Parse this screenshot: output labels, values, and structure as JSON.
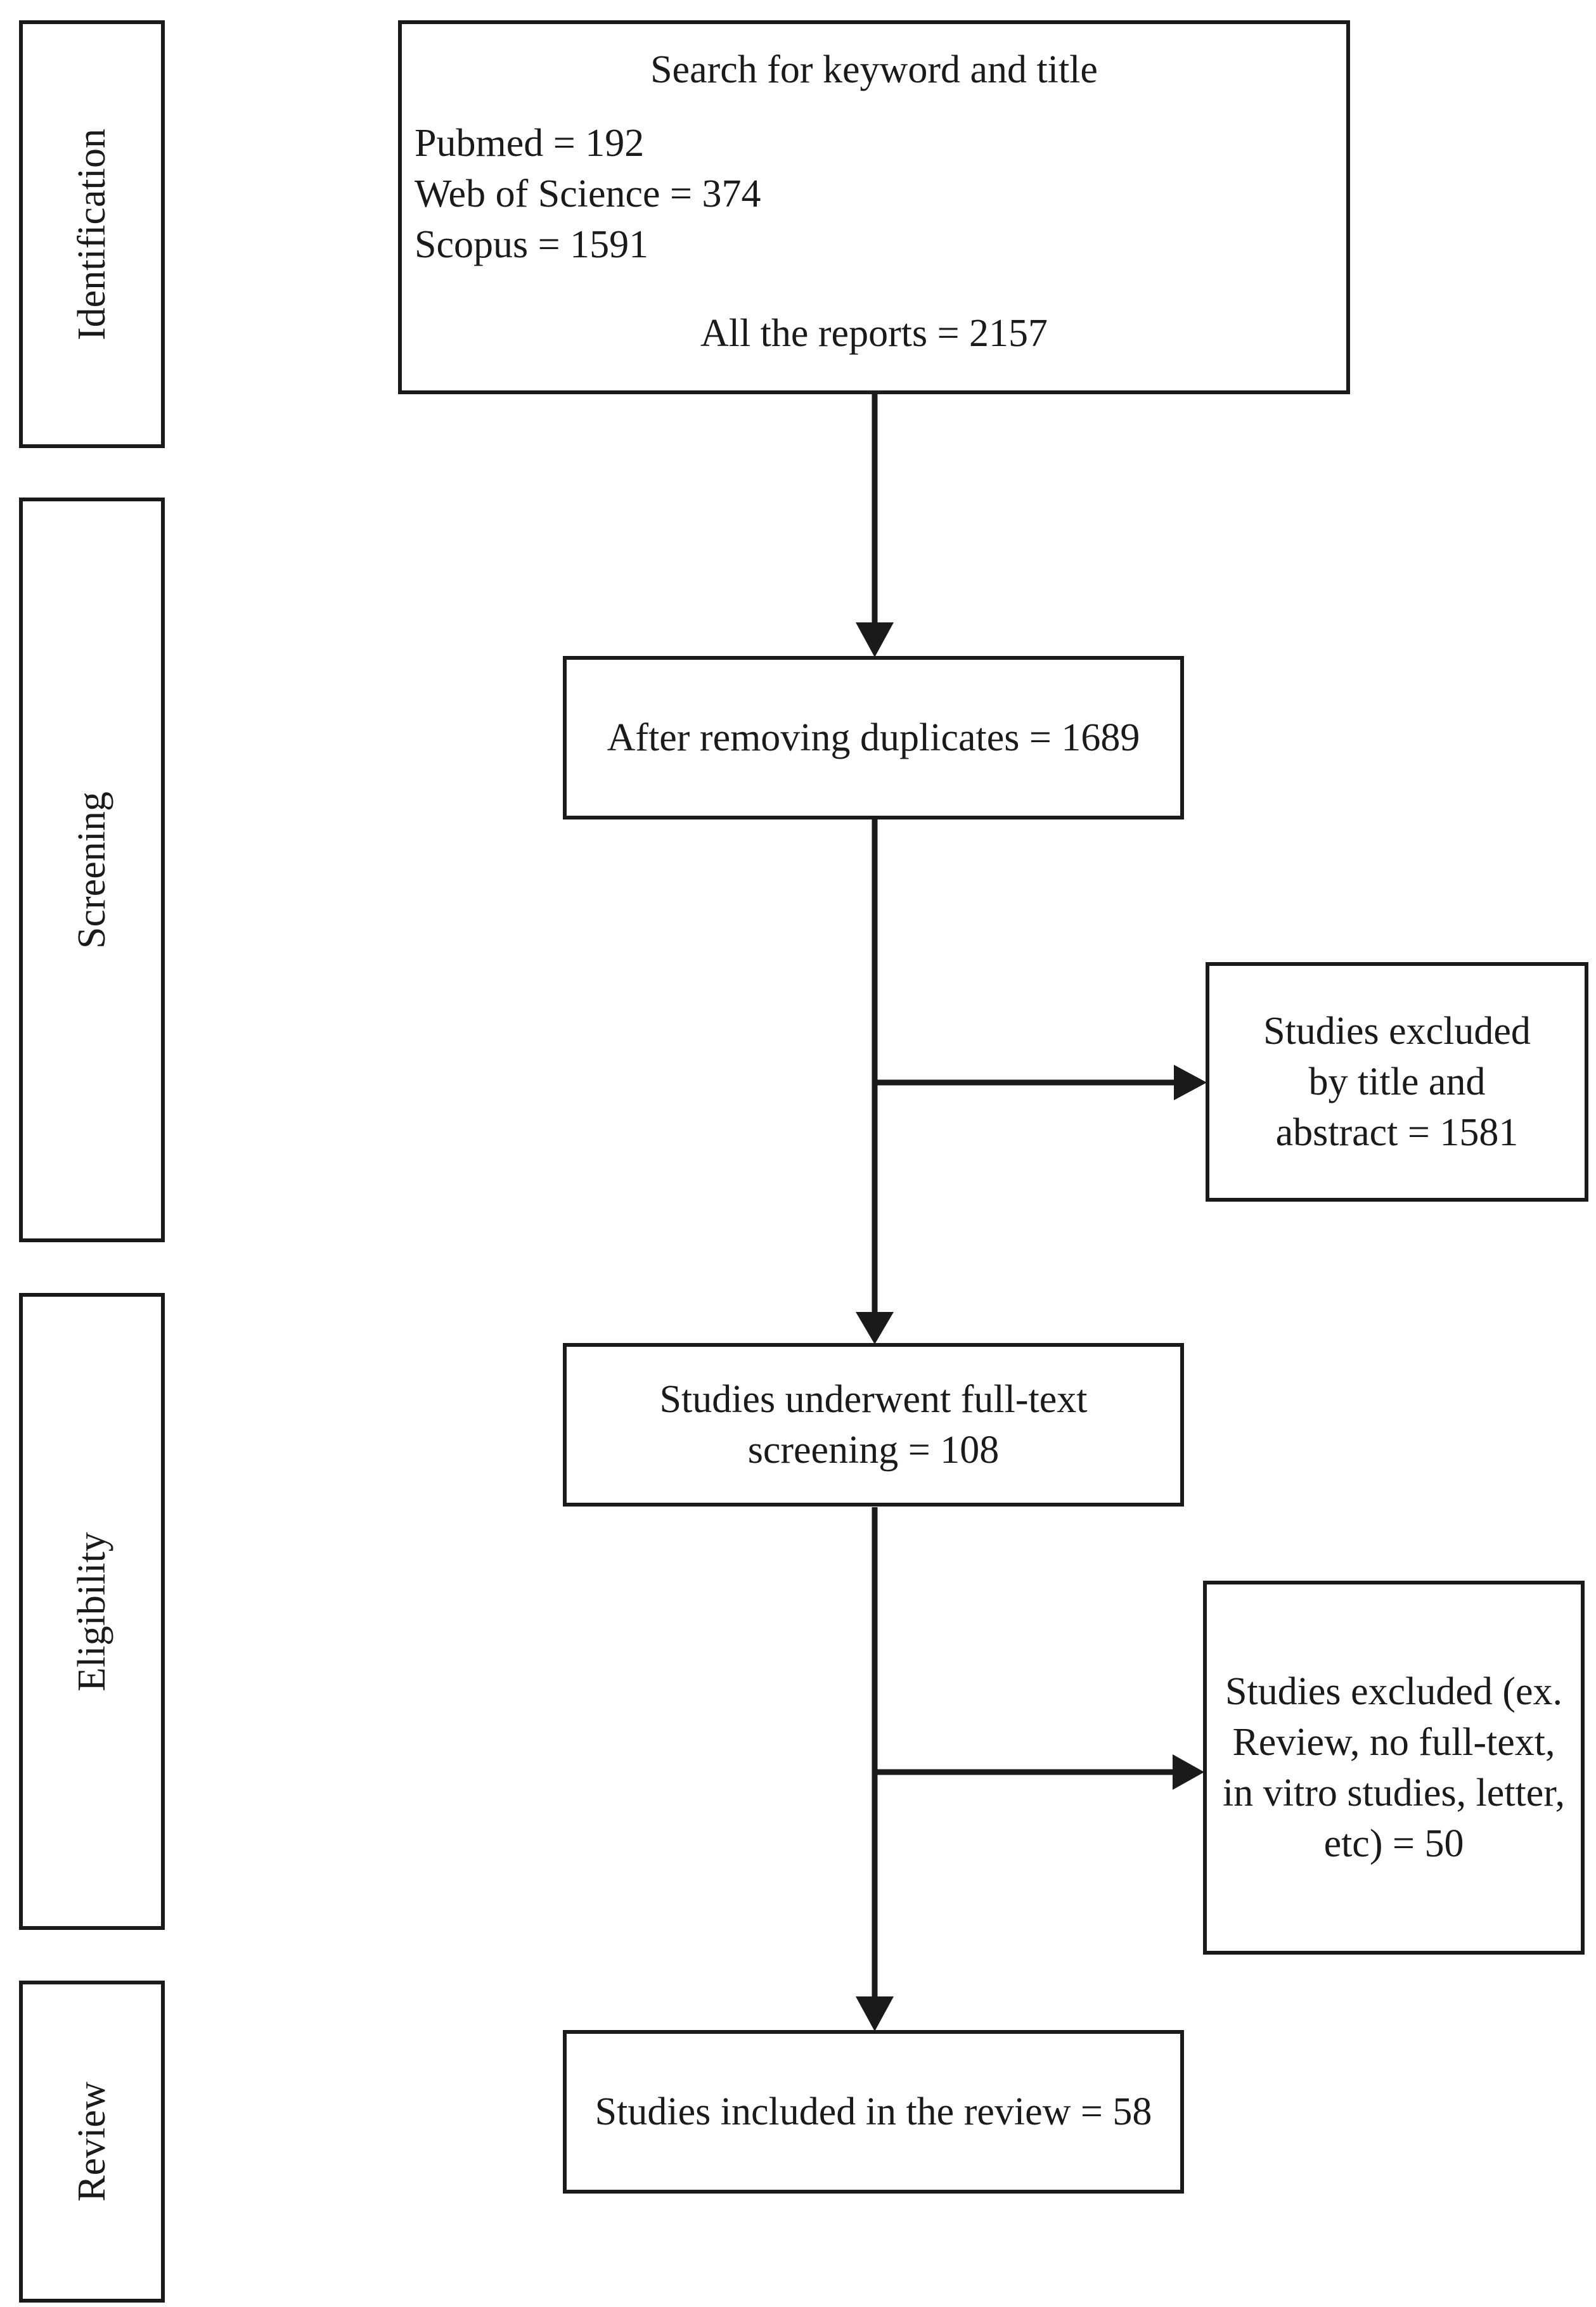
{
  "stages": [
    {
      "id": "identification",
      "label": "Identification"
    },
    {
      "id": "screening",
      "label": "Screening"
    },
    {
      "id": "eligibility",
      "label": "Eligibility"
    },
    {
      "id": "review",
      "label": "Review"
    }
  ],
  "identification_box": {
    "title": "Search for keyword and title",
    "sources": [
      "Pubmed = 192",
      "Web of Science = 374",
      "Scopus = 1591"
    ],
    "total": "All the reports = 2157"
  },
  "screening_box": {
    "lines": [
      "After removing duplicates = 1689"
    ]
  },
  "screening_excluded_box": {
    "lines": [
      "Studies excluded",
      "by title and",
      "abstract = 1581"
    ]
  },
  "eligibility_box": {
    "lines": [
      "Studies underwent full-text",
      "screening = 108"
    ]
  },
  "eligibility_excluded_box": {
    "lines": [
      "Studies excluded (ex.",
      "Review, no full-text,",
      "in vitro studies, letter,",
      "etc) = 50"
    ]
  },
  "review_box": {
    "lines": [
      "Studies included in the review = 58"
    ]
  }
}
